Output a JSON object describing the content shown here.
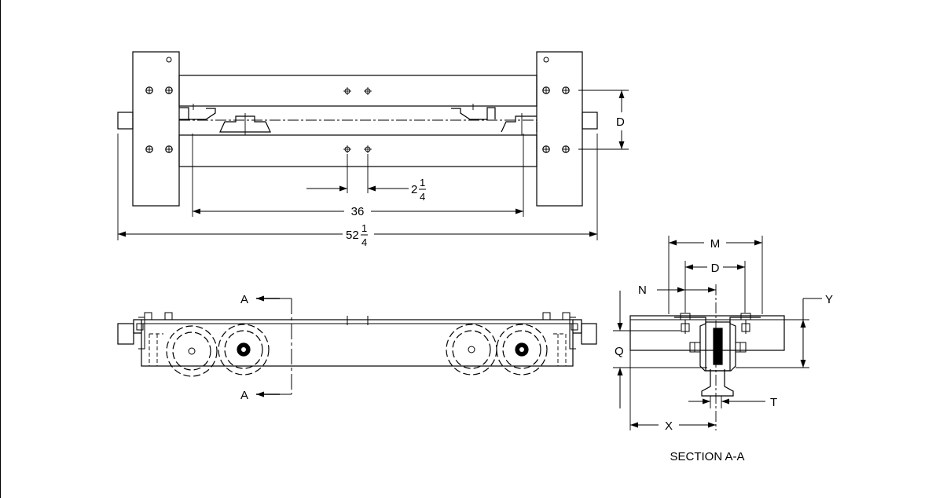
{
  "top_view": {
    "dim_spacing": {
      "whole": "2",
      "num": "1",
      "den": "4"
    },
    "dim_rail_span": "36",
    "dim_overall": {
      "whole": "52",
      "num": "1",
      "den": "4"
    },
    "dim_bolt_row": "D"
  },
  "side_view": {
    "section_marker_top": "A",
    "section_marker_bottom": "A"
  },
  "section_view": {
    "dim_m": "M",
    "dim_d": "D",
    "dim_n": "N",
    "dim_y": "Y",
    "dim_q": "Q",
    "dim_t": "T",
    "dim_x": "X",
    "title": "SECTION A-A"
  }
}
